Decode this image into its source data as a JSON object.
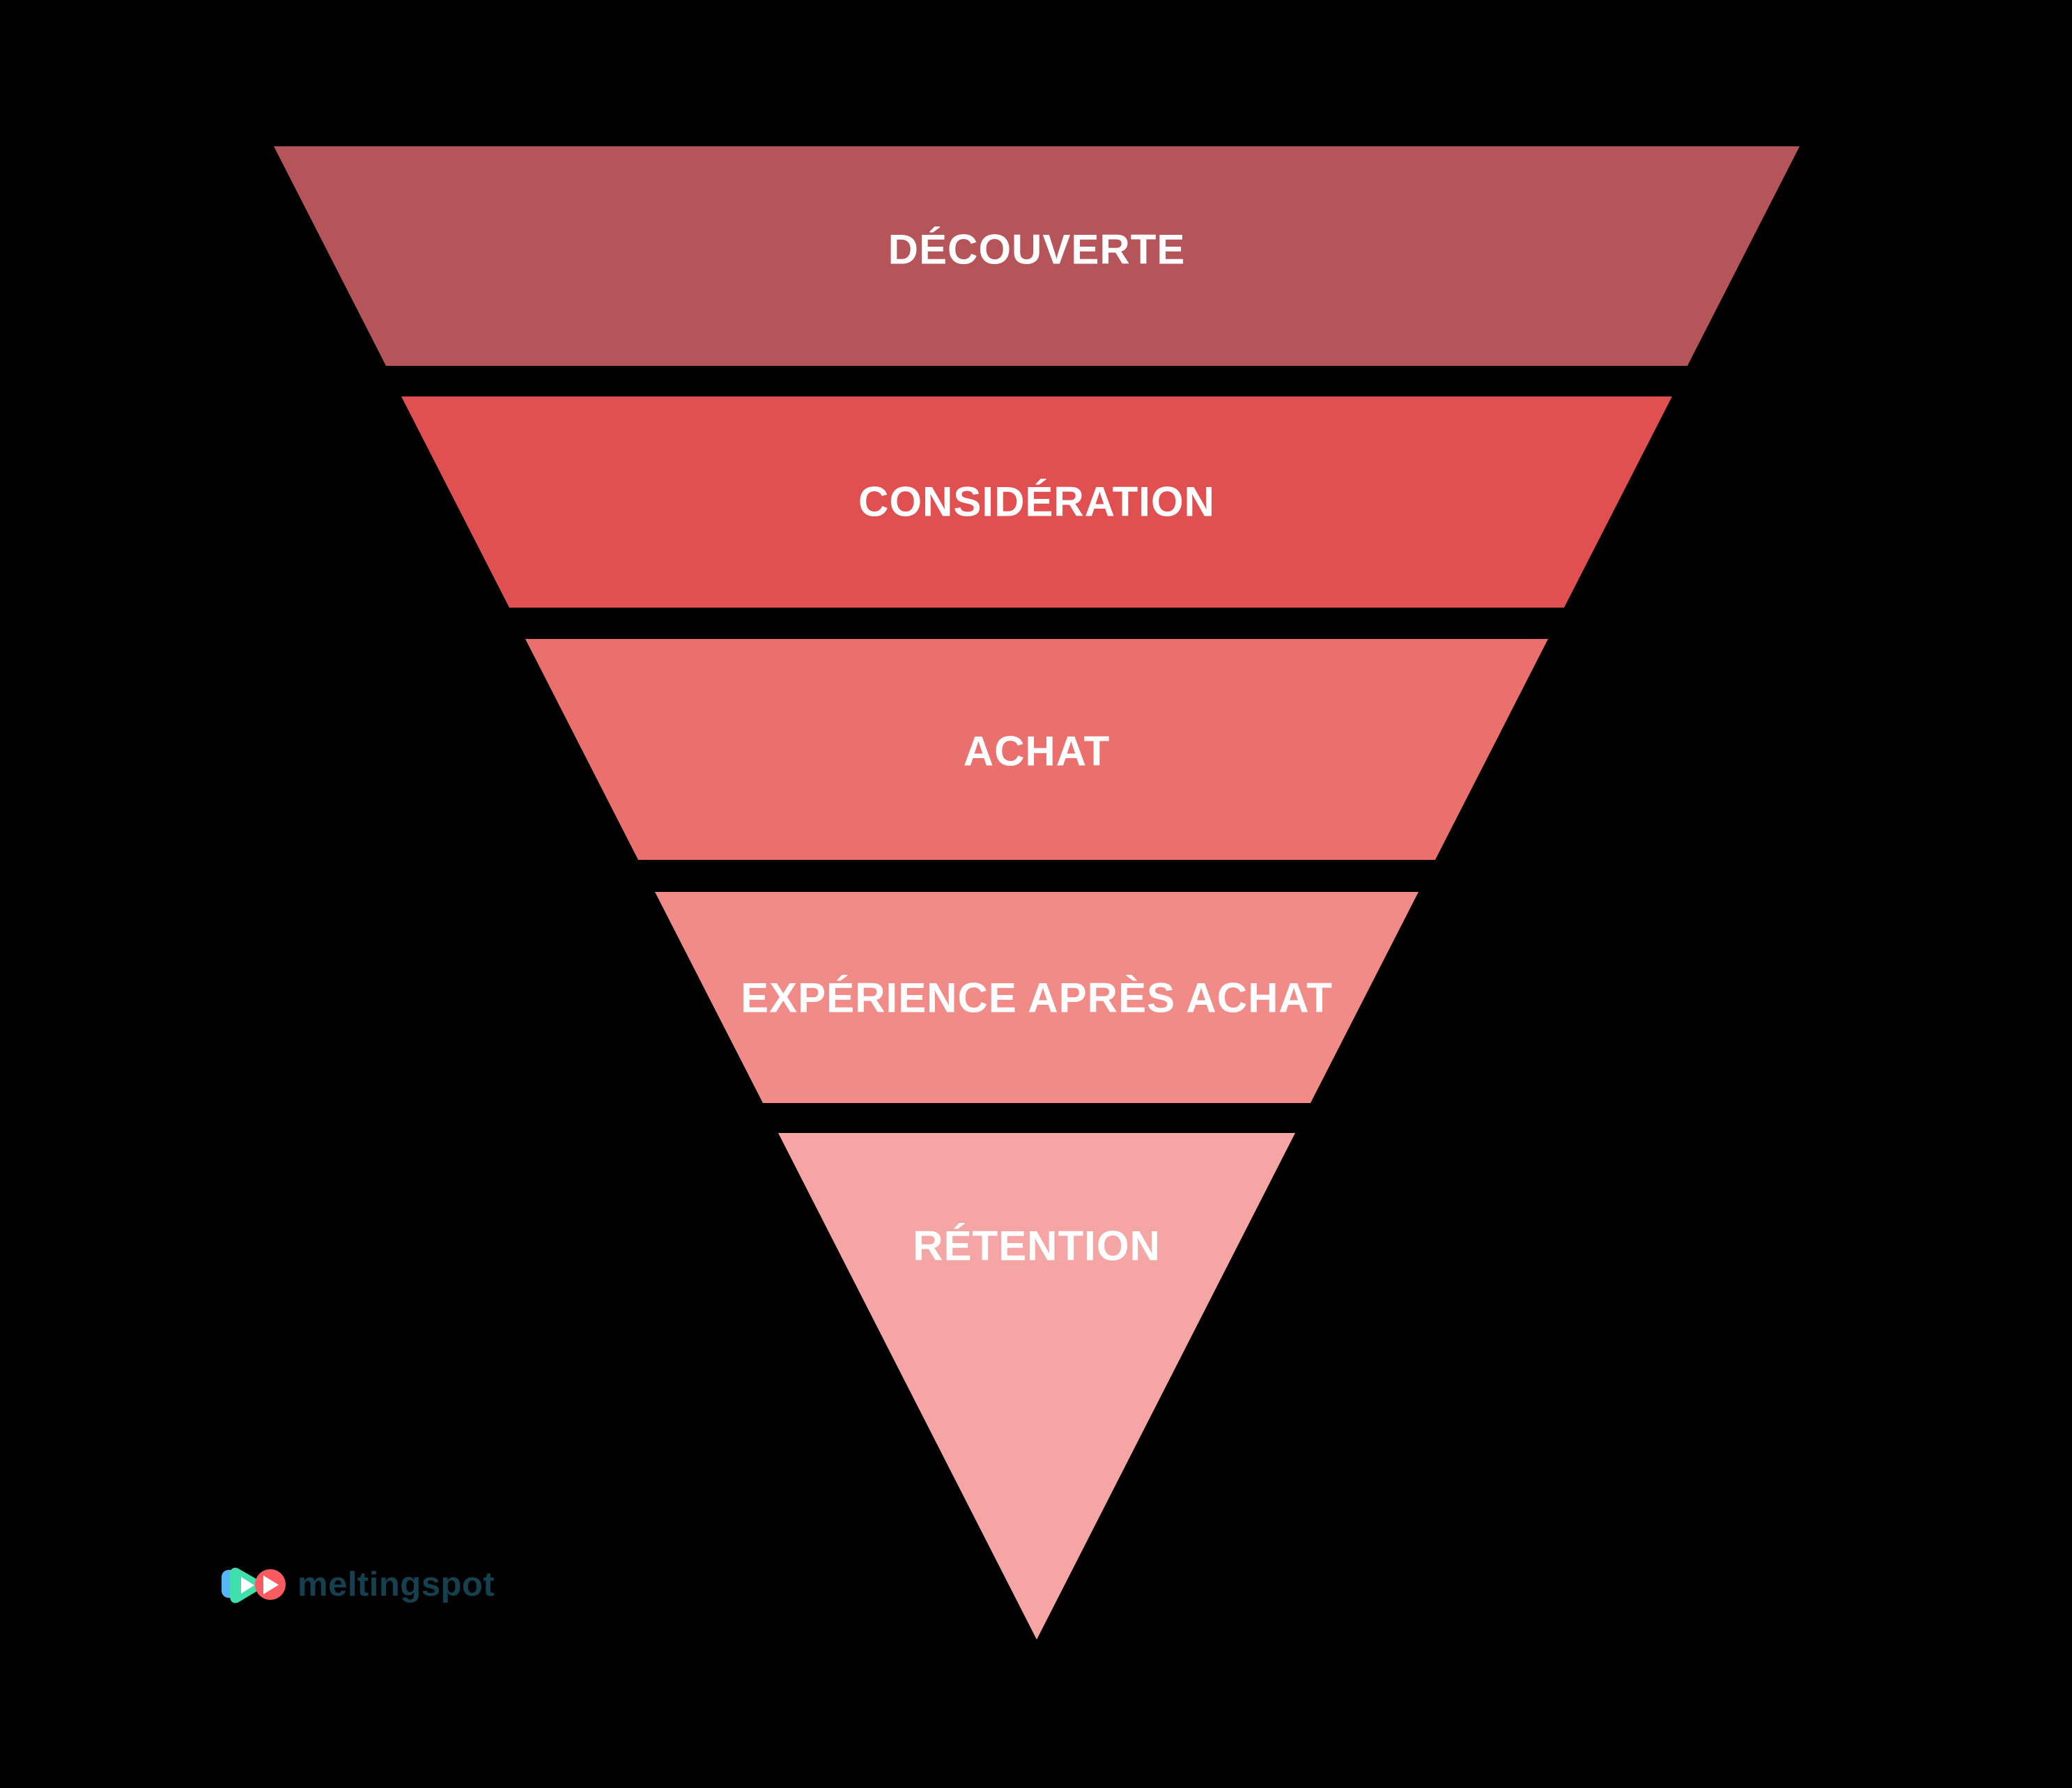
{
  "background_color": "#000000",
  "funnel": {
    "label_color": "#ffffff",
    "bands": [
      {
        "label": "DÉCOUVERTE",
        "color": "#b55459"
      },
      {
        "label": "CONSIDÉRATION",
        "color": "#e05051"
      },
      {
        "label": "ACHAT",
        "color": "#ea706e"
      },
      {
        "label": "EXPÉRIENCE APRÈS ACHAT",
        "color": "#f18b88"
      },
      {
        "label": "RÉTENTION",
        "color": "#f5a5a3"
      }
    ]
  },
  "logo": {
    "wordmark": "meltingspot",
    "wordmark_color": "#16404f",
    "icon_colors": {
      "blue": "#57b6f7",
      "green": "#3fe0ac",
      "red": "#f95b60",
      "play_triangle": "#ffffff"
    }
  }
}
